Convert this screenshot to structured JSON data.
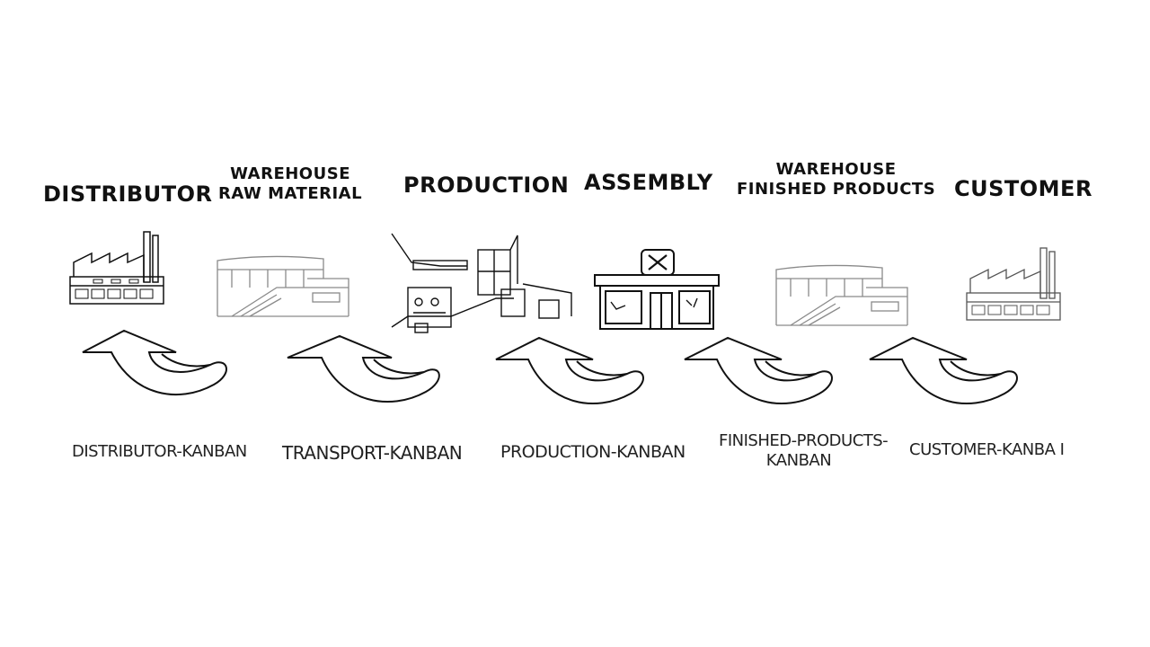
{
  "stages": [
    {
      "id": "distributor",
      "title": [
        "DISTRIBUTOR"
      ],
      "icon": "factory-icon"
    },
    {
      "id": "warehouse-raw",
      "title": [
        "WAREHOUSE",
        "RAW MATERIAL"
      ],
      "icon": "warehouse-icon"
    },
    {
      "id": "production",
      "title": [
        "PRODUCTION"
      ],
      "icon": "production-line-icon"
    },
    {
      "id": "assembly",
      "title": [
        "ASSEMBLY"
      ],
      "icon": "workshop-icon"
    },
    {
      "id": "warehouse-finished",
      "title": [
        "WAREHOUSE",
        "FINISHED PRODUCTS"
      ],
      "icon": "warehouse-icon"
    },
    {
      "id": "customer",
      "title": [
        "CUSTOMER"
      ],
      "icon": "factory-icon"
    }
  ],
  "kanbans": [
    {
      "lines": [
        "DISTRIBUTOR-KANBAN"
      ]
    },
    {
      "lines": [
        "TRANSPORT-KANBAN"
      ]
    },
    {
      "lines": [
        "PRODUCTION-KANBAN"
      ]
    },
    {
      "lines": [
        "FINISHED-PRODUCTS-",
        "KANBAN"
      ]
    },
    {
      "lines": [
        "CUSTOMER-KANBA I"
      ]
    }
  ],
  "colors": {
    "ink": "#111111",
    "light_ink": "#8a8a8a",
    "background": "#ffffff"
  }
}
